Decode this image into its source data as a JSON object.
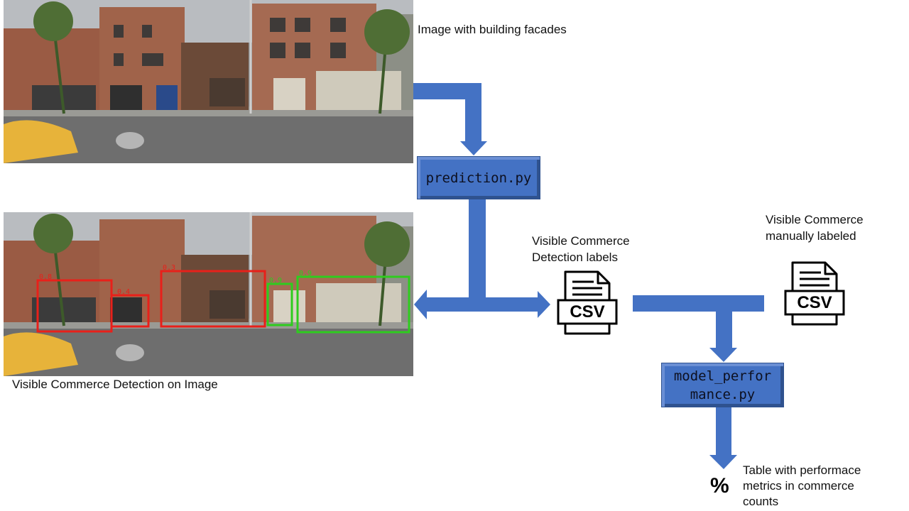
{
  "images": {
    "top_caption": "Image with building facades",
    "bottom_caption": "Visible Commerce Detection on Image",
    "detections": [
      {
        "score": "0.8",
        "color": "#e8201a"
      },
      {
        "score": "0.4",
        "color": "#e8201a"
      },
      {
        "score": "0.3",
        "color": "#e8201a"
      },
      {
        "score": "0.9",
        "color": "#2ecc1e"
      },
      {
        "score": "0.9",
        "color": "#2ecc1e"
      }
    ]
  },
  "steps": {
    "prediction": "prediction.py",
    "performance_line1": "model_perfor",
    "performance_line2": "mance.py"
  },
  "files": {
    "detection_label": "Visible Commerce Detection labels",
    "detection_line1": "Visible Commerce",
    "detection_line2": "Detection labels",
    "manual_line1": "Visible Commerce",
    "manual_line2": "manually labeled",
    "csv_text": "CSV"
  },
  "result": {
    "symbol": "%",
    "line1": "Table with performace",
    "line2": "metrics in commerce",
    "line3": "counts"
  },
  "colors": {
    "arrow": "#4472C4",
    "box": "#4472C4",
    "box_border": "#2f528f"
  }
}
